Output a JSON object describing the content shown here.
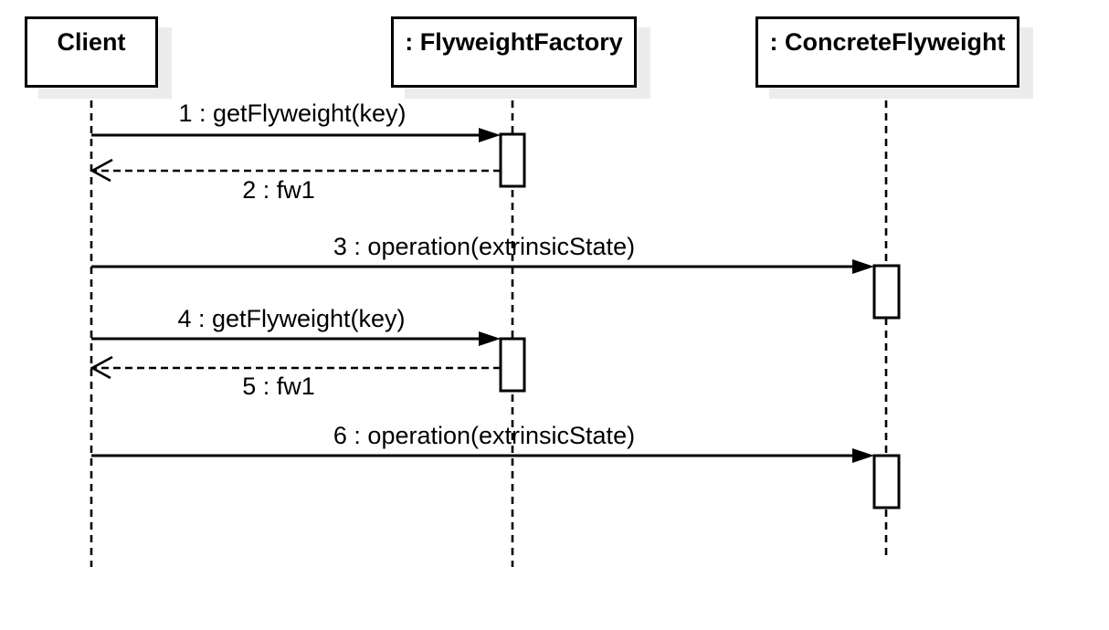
{
  "actors": [
    {
      "label": "Client"
    },
    {
      "label": ": FlyweightFactory"
    },
    {
      "label": ": ConcreteFlyweight"
    }
  ],
  "messages": [
    {
      "number": "1",
      "label": "1 : getFlyweight(key)",
      "kind": "call",
      "from": "Client",
      "to": ": FlyweightFactory"
    },
    {
      "number": "2",
      "label": "2 : fw1",
      "kind": "return",
      "from": ": FlyweightFactory",
      "to": "Client"
    },
    {
      "number": "3",
      "label": "3 : operation(extrinsicState)",
      "kind": "call",
      "from": "Client",
      "to": ": ConcreteFlyweight"
    },
    {
      "number": "4",
      "label": "4 : getFlyweight(key)",
      "kind": "call",
      "from": "Client",
      "to": ": FlyweightFactory"
    },
    {
      "number": "5",
      "label": "5 : fw1",
      "kind": "return",
      "from": ": FlyweightFactory",
      "to": "Client"
    },
    {
      "number": "6",
      "label": "6 : operation(extrinsicState)",
      "kind": "call",
      "from": "Client",
      "to": ": ConcreteFlyweight"
    }
  ],
  "colors": {
    "line": "#000000",
    "background": "#ffffff",
    "box_shadow": "#ececec",
    "activation_fill": "#ffffff"
  }
}
